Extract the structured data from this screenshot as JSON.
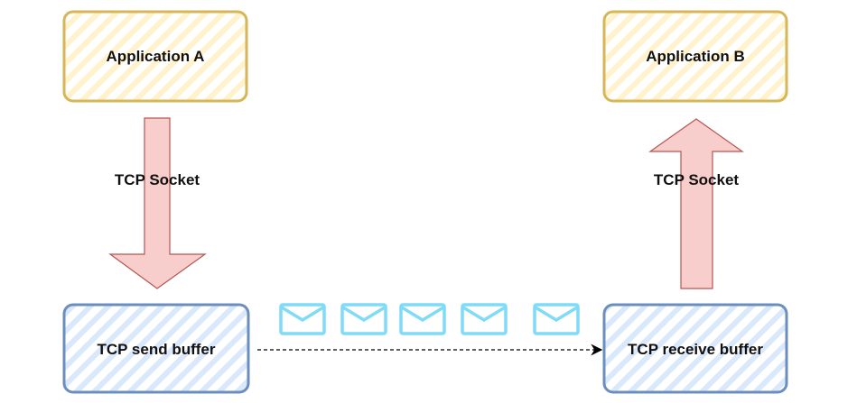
{
  "nodes": {
    "app_a": "Application A",
    "app_b": "Application B",
    "send_buffer": "TCP send buffer",
    "receive_buffer": "TCP receive buffer"
  },
  "edges": {
    "socket_a": "TCP Socket",
    "socket_b": "TCP Socket"
  },
  "colors": {
    "app_stroke": "#d6b656",
    "app_fill": "#fff2cc",
    "buffer_stroke": "#6c8ebf",
    "buffer_fill": "#dae8fc",
    "arrow_fill": "#f8cecc",
    "arrow_stroke": "#b85450",
    "envelope": "#7fdbf7"
  },
  "envelope_count": 5
}
